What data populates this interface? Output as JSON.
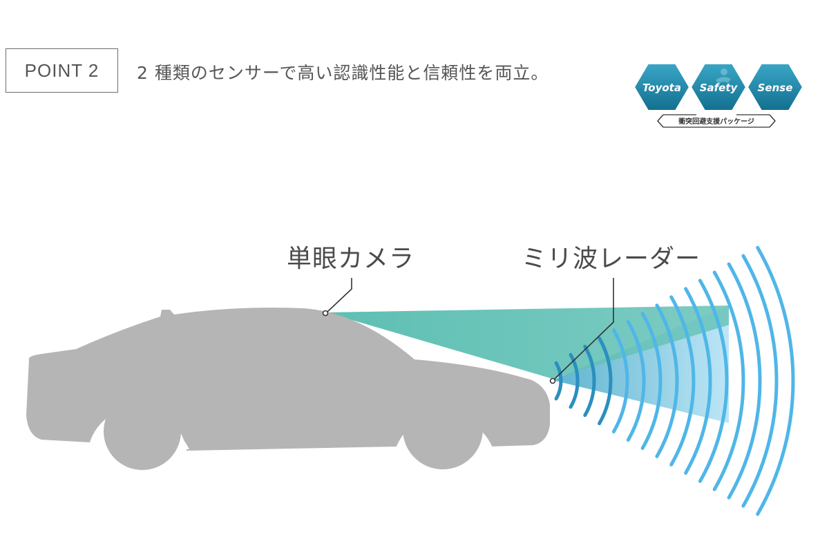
{
  "header": {
    "point_label": "POINT 2",
    "headline": "2 種類のセンサーで高い認識性能と信頼性を両立。"
  },
  "logo": {
    "words": [
      "Toyota",
      "Safety",
      "Sense"
    ],
    "subtitle": "衝突回避支援パッケージ",
    "color": "#1e87a8"
  },
  "diagram": {
    "camera_label": "単眼カメラ",
    "radar_label": "ミリ波レーダー",
    "colors": {
      "car_body": "#b5b5b5",
      "camera_beam": "#4bb8a9",
      "radar_beam_start": "#2d9cc0",
      "radar_beam_end": "#a9def3",
      "radar_waves": "#4fb6e8",
      "leader_line": "#333333"
    }
  }
}
